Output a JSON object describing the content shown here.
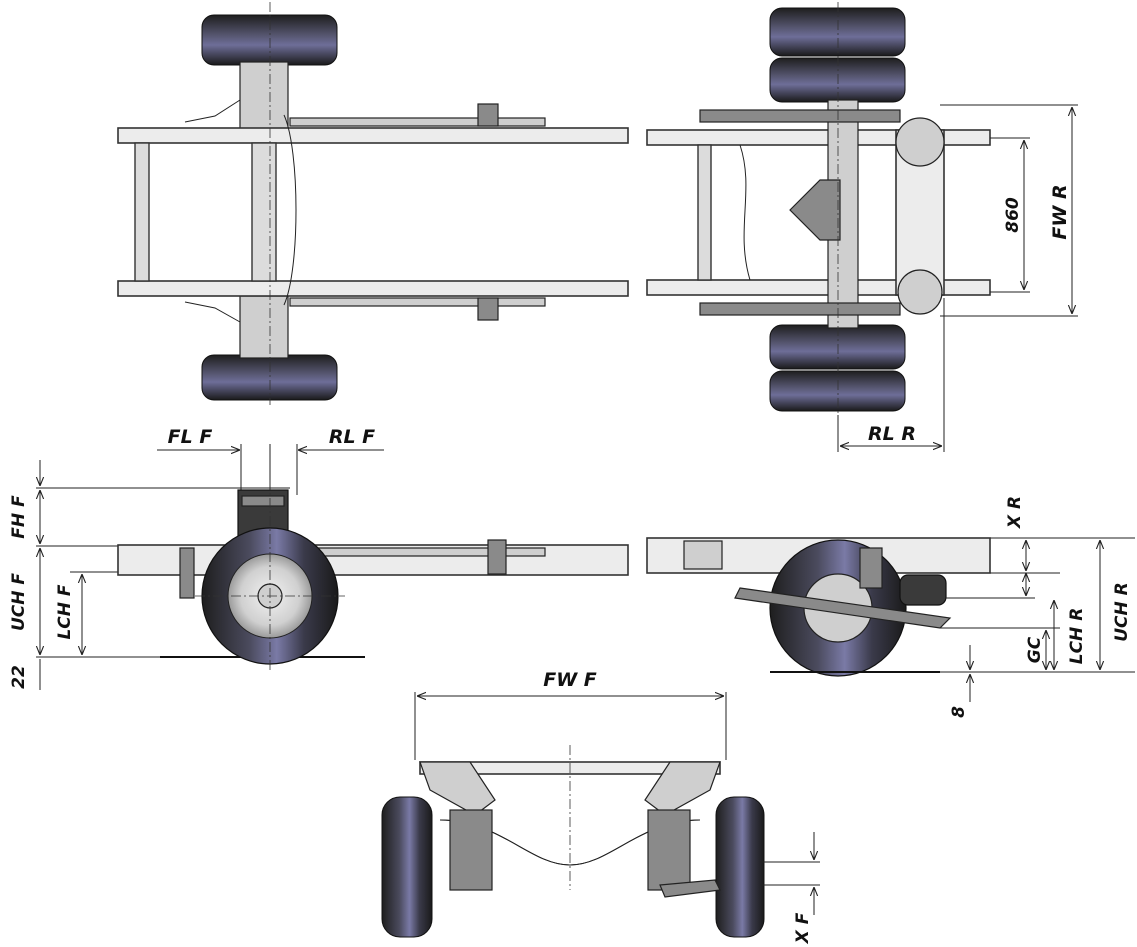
{
  "labels": {
    "fl_f": "FL F",
    "rl_f": "RL F",
    "rl_r": "RL R",
    "fh_f": "FH F",
    "uch_f": "UCH F",
    "lch_f": "LCH F",
    "ground_front": "22",
    "x_r": "X R",
    "uch_r": "UCH R",
    "lch_r": "LCH R",
    "gc": "GC",
    "ground_rear": "8",
    "fw_r": "FW R",
    "track_rear": "860",
    "fw_f": "FW F",
    "x_f": "X F"
  },
  "colors": {
    "tire_dark": "#2b2b2b",
    "tire_sheen": "#5a5a8a",
    "frame_light": "#ececec",
    "line": "#222222"
  }
}
